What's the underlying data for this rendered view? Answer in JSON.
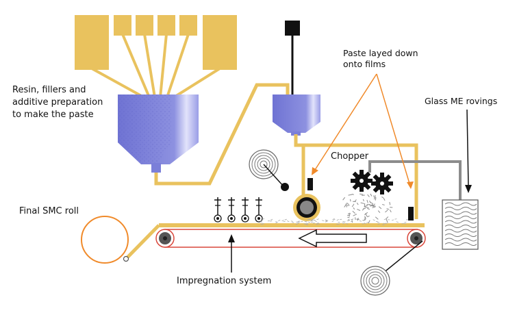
{
  "labels": {
    "resin": [
      "Resin, fillers and",
      "additive preparation",
      "to make the paste"
    ],
    "paste": [
      "Paste layed down",
      "onto films"
    ],
    "chopper": "Chopper",
    "glass": "Glass ME rovings",
    "final_roll": "Final SMC roll",
    "impregnation": "Impregnation system"
  },
  "colors": {
    "frame": "#e9c25e",
    "hopper": "#7b7fd9",
    "hopper_light": "#c9cbf5",
    "belt_red": "#d9463a",
    "roll_orange": "#f08a2a",
    "fiber_gray": "#8c8c8c",
    "ink": "#111111"
  }
}
